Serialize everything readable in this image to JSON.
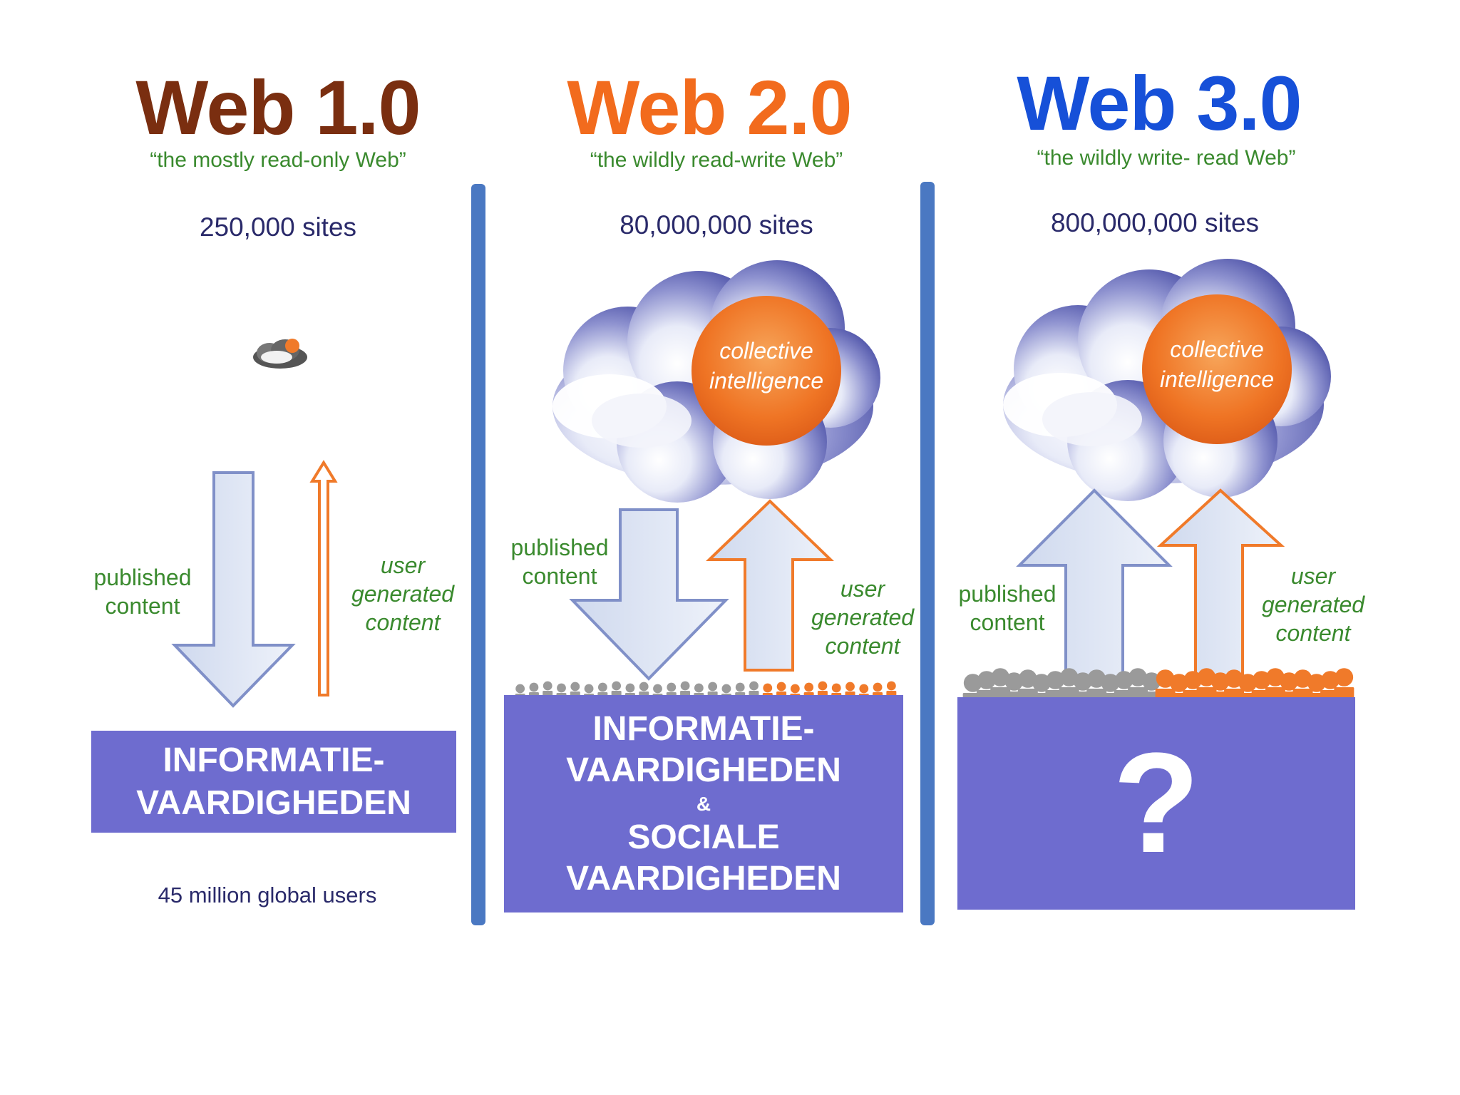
{
  "columns": [
    {
      "title": "Web 1.0",
      "title_color": "#7a2e10",
      "subtitle": "“the mostly read-only Web”",
      "sites": "250,000 sites",
      "published_label_line1": "published",
      "published_label_line2": "content",
      "user_label_line1": "user",
      "user_label_line2": "generated",
      "user_label_line3": "content",
      "box_line1": "INFORMATIE-",
      "box_line2": "VAARDIGHEDEN",
      "footer": "45 million global users"
    },
    {
      "title": "Web 2.0",
      "title_color": "#f26b1d",
      "subtitle": "“the wildly read-write Web”",
      "sites": "80,000,000 sites",
      "cloud_line1": "collective",
      "cloud_line2": "intelligence",
      "published_label_line1": "published",
      "published_label_line2": "content",
      "user_label_line1": "user",
      "user_label_line2": "generated",
      "user_label_line3": "content",
      "box_line1": "INFORMATIE-",
      "box_line2": "VAARDIGHEDEN",
      "box_amp": "&",
      "box_line3": "SOCIALE",
      "box_line4": "VAARDIGHEDEN"
    },
    {
      "title": "Web 3.0",
      "title_color": "#1650d8",
      "subtitle": "“the wildly write- read Web”",
      "sites": "800,000,000 sites",
      "cloud_line1": "collective",
      "cloud_line2": "intelligence",
      "published_label_line1": "published",
      "published_label_line2": "content",
      "user_label_line1": "user",
      "user_label_line2": "generated",
      "user_label_line3": "content",
      "box_symbol": "?"
    }
  ],
  "colors": {
    "box": "#6e6ccf",
    "separator": "#4a78c2",
    "label_green": "#3a8a2e",
    "arrow_blue_fill": "#dde6f4",
    "arrow_blue_stroke": "#8090c8",
    "arrow_orange": "#f07a2a",
    "cloud_orange": "#f07a2a",
    "person_grey": "#9a9a9a",
    "person_orange": "#f07a2a"
  }
}
